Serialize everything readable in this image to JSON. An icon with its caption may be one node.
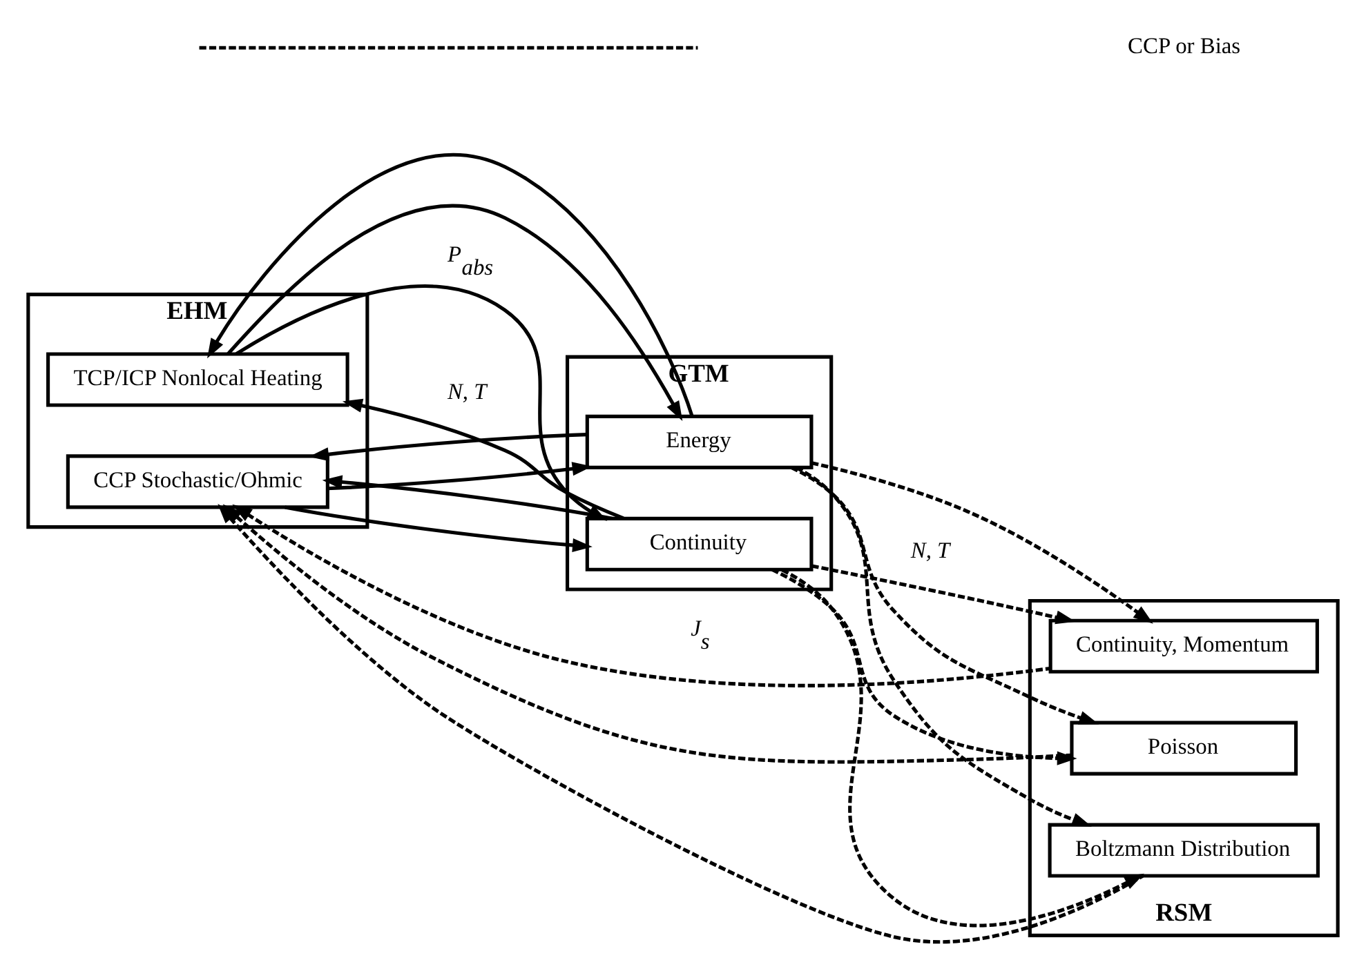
{
  "diagram": {
    "nodes": [
      {
        "text": [
          "EHM"
        ]
      },
      {
        "text": [
          "TCP/ICP Nonlocal Heating"
        ],
        "in": 0
      },
      {
        "text": [
          "CCP Stochastic/Ohmic"
        ],
        "in": 0
      },
      {
        "text": [
          "GTM"
        ]
      },
      {
        "text": [
          "Continuity"
        ],
        "in": 3
      },
      {
        "text": [
          "Energy"
        ],
        "in": 3
      },
      {
        "text": [
          "RSM"
        ]
      },
      {
        "text": [
          "Continuity, Momentum"
        ],
        "in": 6
      },
      {
        "text": [
          "Boltzmann Distribution"
        ],
        "in": 6
      },
      {
        "text": [
          "Poisson"
        ],
        "in": 6
      }
    ],
    "edges": [
      {
        "from": 1,
        "to": 4,
        "arrow": "to",
        "label": "P$_{abs}$"
      },
      {
        "from": 1,
        "to": 5,
        "arrow": "to"
      },
      {
        "from": 2,
        "to": 4,
        "arrow": "to"
      },
      {
        "from": 2,
        "to": 5,
        "arrow": "to"
      },
      {
        "from": 4,
        "to": 1,
        "arrow": "to",
        "label": "N, T"
      },
      {
        "from": 4,
        "to": 2,
        "arrow": "to"
      },
      {
        "from": 5,
        "to": 1,
        "arrow": "to"
      },
      {
        "from": 5,
        "to": 2,
        "arrow": "to"
      },
      {
        "from": 4,
        "to": 7,
        "arrow": "to",
        "style": "dashed",
        "label": "N, T"
      },
      {
        "from": 4,
        "to": 8,
        "arrow": "to",
        "style": "dashed"
      },
      {
        "from": 4,
        "to": 9,
        "arrow": "to",
        "style": "dashed"
      },
      {
        "from": 5,
        "to": 7,
        "arrow": "to",
        "style": "dashed"
      },
      {
        "from": 5,
        "to": 8,
        "arrow": "to",
        "style": "dashed"
      },
      {
        "from": 5,
        "to": 9,
        "arrow": "to",
        "style": "dashed"
      },
      {
        "from": 7,
        "to": 2,
        "arrow": "to",
        "style": "dashed",
        "label": "J$_{s}$"
      },
      {
        "from": 8,
        "to": 2,
        "arrow": "to",
        "style": "dashed"
      },
      {
        "from": 9,
        "to": 2,
        "arrow": "to",
        "style": "dashed"
      }
    ],
    "legend": [
      {
        "text": "CCP or Bias"
      }
    ]
  }
}
